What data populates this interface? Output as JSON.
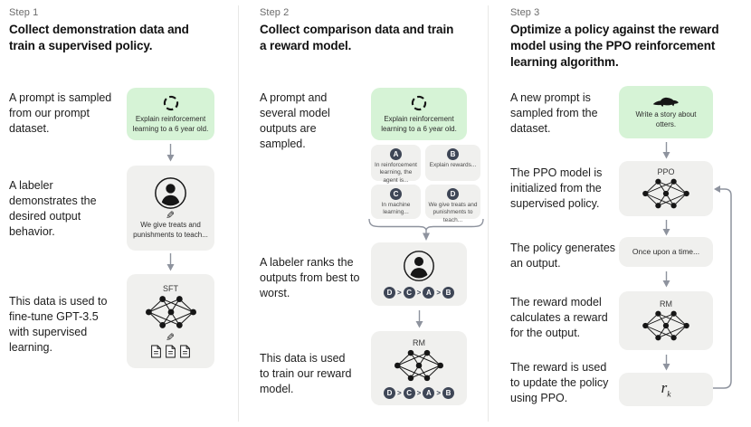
{
  "colors": {
    "green": "#d6f3d6",
    "gray": "#f0f0ee",
    "circle": "#3e4656",
    "arrow": "#8e939e"
  },
  "icons": {
    "pencil_glyph": "✎"
  },
  "steps": [
    {
      "step_label": "Step 1",
      "title": "Collect demonstration data and train a supervised policy.",
      "labels": [
        "A prompt is sampled from our prompt dataset.",
        "A labeler demonstrates the desired output behavior.",
        "This data is used to fine-tune GPT-3.5 with supervised learning."
      ],
      "prompt_box": {
        "text": "Explain reinforcement learning to a 6 year old."
      },
      "labeler_box": {
        "caption": "We give treats and punishments to teach..."
      },
      "sft_box": {
        "label": "SFT"
      }
    },
    {
      "step_label": "Step 2",
      "title": "Collect comparison data and train a reward model.",
      "labels": [
        "A prompt and several model outputs are sampled.",
        "A labeler ranks the outputs from best to worst.",
        "This data is used to train our reward model."
      ],
      "prompt_box": {
        "text": "Explain reinforcement learning to a 6 year old."
      },
      "outputs": [
        {
          "id": "A",
          "text": "In reinforcement learning, the agent is..."
        },
        {
          "id": "B",
          "text": "Explain rewards..."
        },
        {
          "id": "C",
          "text": "In machine learning..."
        },
        {
          "id": "D",
          "text": "We give treats and punishments to teach..."
        }
      ],
      "ranking": [
        "D",
        "C",
        "A",
        "B"
      ],
      "separator": ">",
      "rm_box": {
        "label": "RM"
      }
    },
    {
      "step_label": "Step 3",
      "title": "Optimize a policy against the reward model using the PPO reinforcement learning algorithm.",
      "labels": [
        "A new prompt is sampled from the dataset.",
        "The PPO model is initialized from the supervised policy.",
        "The policy generates an output.",
        "The reward model calculates a reward for the output.",
        "The reward is used to update the policy using PPO."
      ],
      "prompt_box": {
        "text": "Write a story about otters."
      },
      "ppo_box": {
        "label": "PPO"
      },
      "output_box": {
        "text": "Once upon a time..."
      },
      "rm_box": {
        "label": "RM"
      },
      "reward_box": {
        "base": "r",
        "sub": "k"
      }
    }
  ]
}
